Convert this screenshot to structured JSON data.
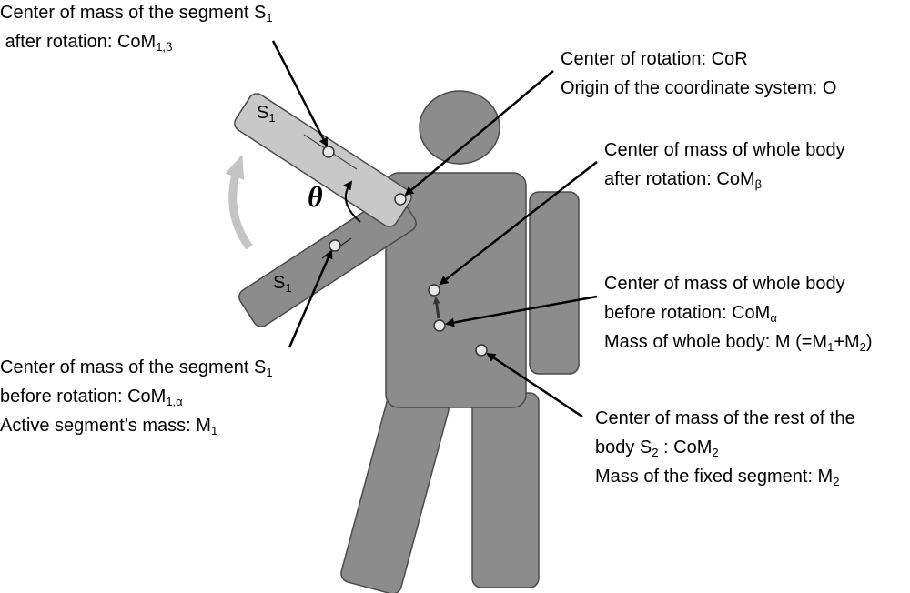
{
  "theta": "θ",
  "segments": {
    "upper": {
      "base": "S",
      "sub": "1"
    },
    "lower": {
      "base": "S",
      "sub": "1"
    }
  },
  "labels": {
    "com_s1_after": {
      "line1": {
        "text": "Center of mass of the segment S",
        "sub": "1"
      },
      "line2": {
        "text": "after rotation: CoM",
        "sub": "1,β"
      }
    },
    "cor": {
      "line1": "Center of rotation: CoR",
      "line2": "Origin of the coordinate system: O"
    },
    "com_body_after": {
      "line1": "Center of mass of whole body",
      "line2": {
        "text": "after rotation: CoM",
        "sub": "β"
      }
    },
    "com_body_before": {
      "line1": "Center of mass of whole body",
      "line2": {
        "text": "before rotation: CoM",
        "sub": "α"
      },
      "line3": {
        "a": "Mass of whole body: M (=M",
        "s1": "1",
        "b": "+M",
        "s2": "2",
        "c": ")"
      }
    },
    "com_rest": {
      "line1": "Center of mass of the rest of the",
      "line2": {
        "a": "body S",
        "s1": "2",
        "b": " : CoM",
        "s2": "2"
      },
      "line3": {
        "text": "Mass of the fixed segment: M",
        "sub": "2"
      }
    },
    "com_s1_before": {
      "line1": {
        "text": "Center of mass of the segment S",
        "sub": "1"
      },
      "line2": {
        "text": "before rotation: CoM",
        "sub": "1,α"
      },
      "line3": {
        "text": "Active segment’s mass: M",
        "sub": "1"
      }
    }
  },
  "colors": {
    "body_fill": "#8c8c8c",
    "upper_segment_fill": "#c8c8c8",
    "outline": "#4a4a4a",
    "rotation_arrow": "#c4c4c4"
  }
}
